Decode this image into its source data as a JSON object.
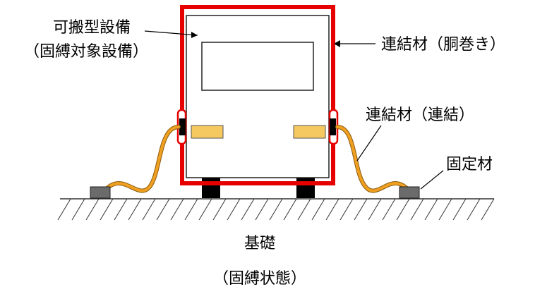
{
  "labels": {
    "equipment_line1": "可搬型設備",
    "equipment_line2": "（固縛対象設備）",
    "connector_wrap": "連結材（胴巻き）",
    "connector_link": "連結材（連結）",
    "fixing_material": "固定材",
    "foundation": "基礎",
    "caption": "（固縛状態）"
  },
  "colors": {
    "frame": "#e60000",
    "body_outline": "#222222",
    "bumper": "#f5c860",
    "cable": "#f0a020",
    "anchor": "#6b6b6b",
    "wheel": "#000000",
    "ground_hatch": "#333333"
  }
}
